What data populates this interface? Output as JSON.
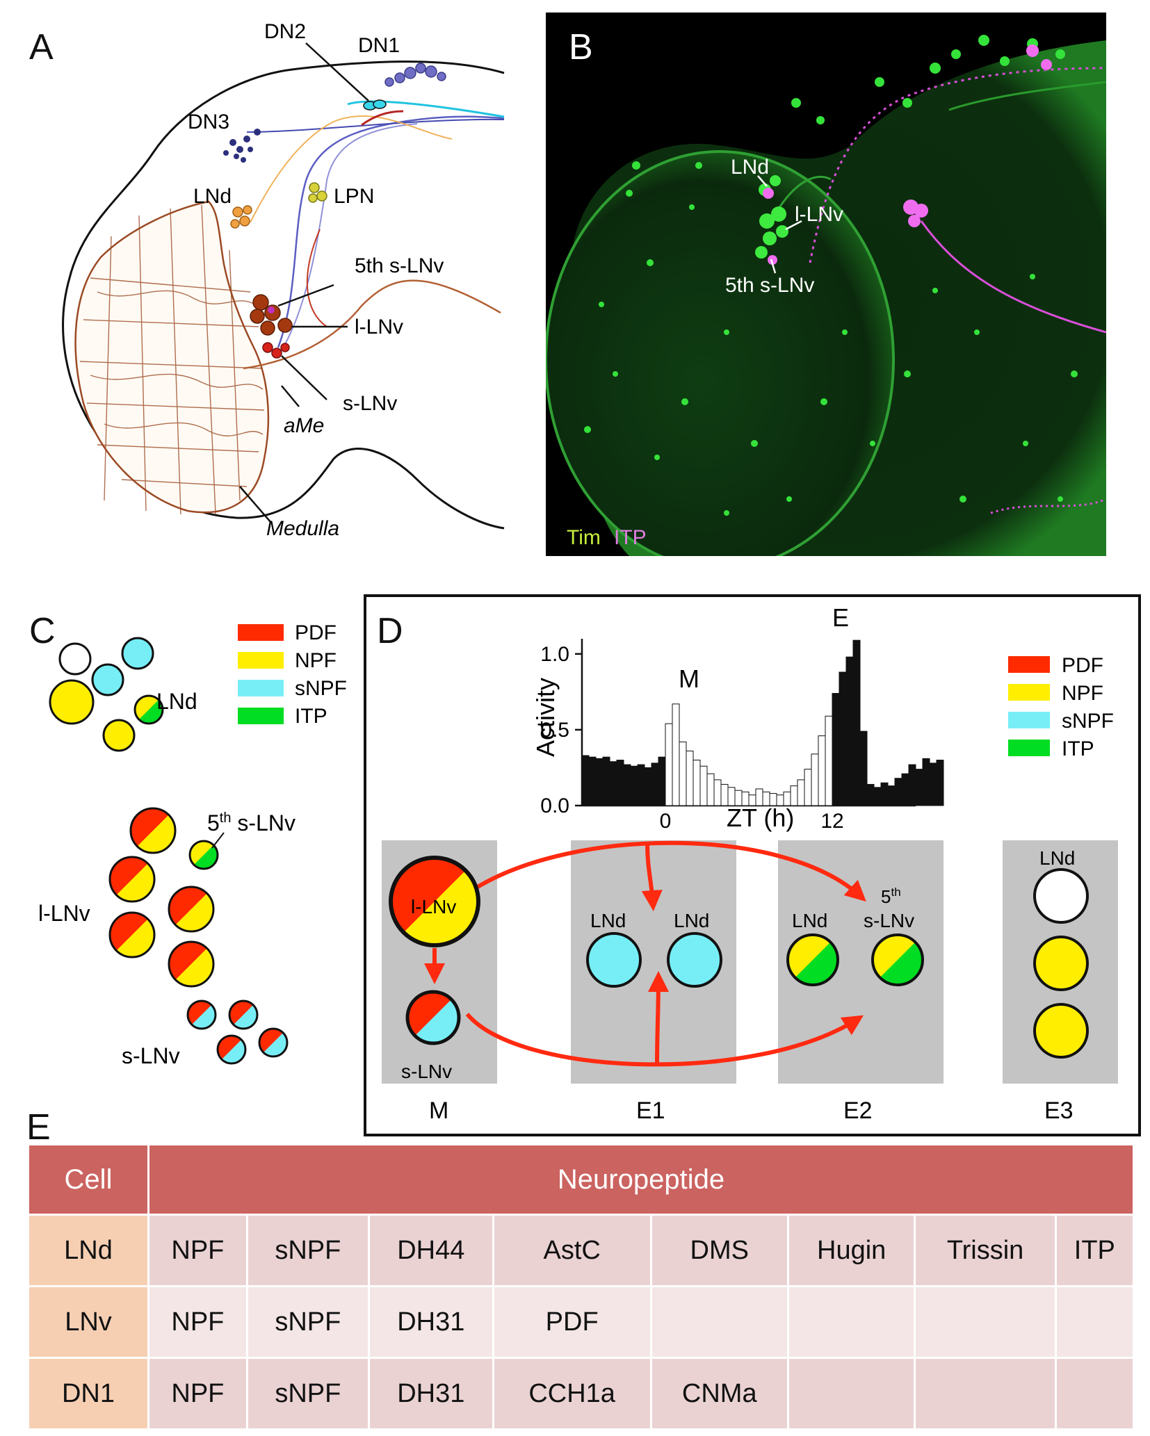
{
  "panels": {
    "a": {
      "letter": "A",
      "labels": {
        "dn2": "DN2",
        "dn1": "DN1",
        "dn3": "DN3",
        "lnd": "LNd",
        "lpn": "LPN",
        "fifth_slnv": "5th s-LNv",
        "llnv": "l-LNv",
        "slnv": "s-LNv",
        "ame": "aMe",
        "medulla": "Medulla"
      }
    },
    "b": {
      "letter": "B",
      "labels": {
        "lnd": "LNd",
        "llnv": "l-LNv",
        "fifth_slnv": "5th s-LNv"
      },
      "stain_tim": "Tim",
      "stain_itp": "ITP"
    },
    "c": {
      "letter": "C",
      "legend": [
        "PDF",
        "NPF",
        "sNPF",
        "ITP"
      ],
      "labels": {
        "lnd": "LNd",
        "fifth": "5",
        "fifth_sup": "th",
        "fifth_rest": " s-LNv",
        "llnv": "l-LNv",
        "slnv": "s-LNv"
      }
    },
    "d": {
      "letter": "D",
      "legend": [
        "PDF",
        "NPF",
        "sNPF",
        "ITP"
      ],
      "groups": [
        "M",
        "E1",
        "E2",
        "E3"
      ],
      "cell_labels": {
        "llnv": "l-LNv",
        "slnv": "s-LNv",
        "e1_lnd_a": "LNd",
        "e1_lnd_b": "LNd",
        "e2_lnd": "LNd",
        "e2_fifth": "5",
        "e2_fifth_sup": "th",
        "e2_fifth_rest": "s-LNv",
        "e3_lnd": "LNd"
      }
    },
    "e": {
      "letter": "E"
    }
  },
  "colors": {
    "PDF": "#ff2a00",
    "NPF": "#ffee00",
    "sNPF": "#77eef6",
    "ITP": "#00dd22",
    "arrow": "#ff2a10",
    "header_bg": "#cb6360",
    "cell_col": "#f6cfb3"
  },
  "chart_data": {
    "type": "bar",
    "ylabel": "Activity",
    "xlabel": "ZT (h)",
    "ylim": [
      0,
      1.1
    ],
    "yticks": [
      "0.0",
      "0.5",
      "1.0"
    ],
    "xticks": [
      "0",
      "12"
    ],
    "annotations": [
      "M",
      "E"
    ],
    "bin_hours": 0.5,
    "x_range_hours": [
      -6,
      18
    ],
    "values": [
      0.33,
      0.32,
      0.31,
      0.32,
      0.29,
      0.3,
      0.27,
      0.26,
      0.27,
      0.25,
      0.28,
      0.32,
      0.54,
      0.67,
      0.42,
      0.36,
      0.3,
      0.26,
      0.21,
      0.17,
      0.14,
      0.12,
      0.1,
      0.09,
      0.07,
      0.11,
      0.09,
      0.08,
      0.07,
      0.09,
      0.13,
      0.17,
      0.24,
      0.34,
      0.46,
      0.59,
      0.74,
      0.88,
      0.98,
      1.09,
      0.49,
      0.14,
      0.12,
      0.15,
      0.13,
      0.18,
      0.21,
      0.27,
      0.24,
      0.31,
      0.28,
      0.3
    ],
    "dark_phase": "black bars = night, white bars = day (ZT 0-12)"
  },
  "table": {
    "header_cell": "Cell",
    "header_neuropeptide": "Neuropeptide",
    "rows": [
      {
        "cell": "LNd",
        "values": [
          "NPF",
          "sNPF",
          "DH44",
          "AstC",
          "DMS",
          "Hugin",
          "Trissin",
          "ITP"
        ]
      },
      {
        "cell": "LNv",
        "values": [
          "NPF",
          "sNPF",
          "DH31",
          "PDF",
          "",
          "",
          "",
          ""
        ]
      },
      {
        "cell": "DN1",
        "values": [
          "NPF",
          "sNPF",
          "DH31",
          "CCH1a",
          "CNMa",
          "",
          "",
          ""
        ]
      }
    ]
  }
}
